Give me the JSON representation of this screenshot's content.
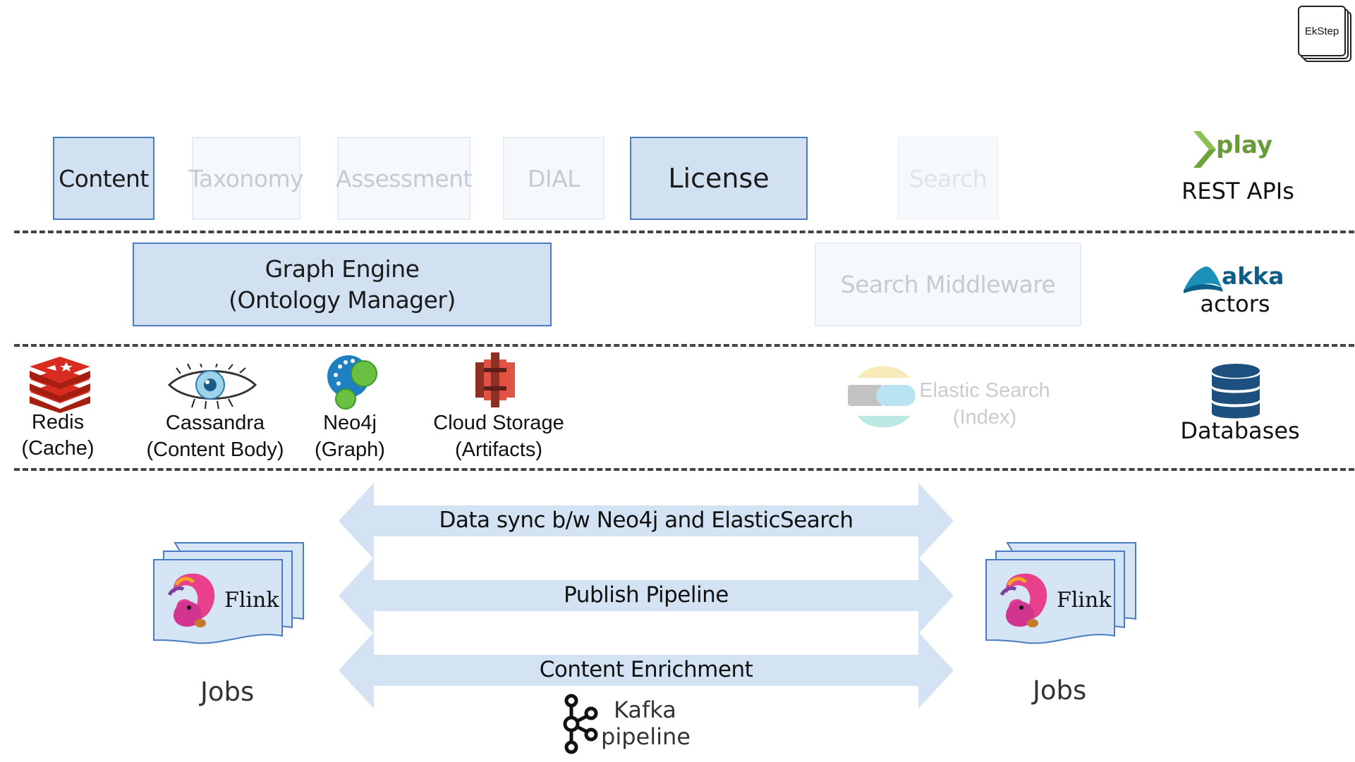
{
  "logo": {
    "text": "EkStep"
  },
  "api_layer": {
    "boxes": [
      "Content",
      "Taxonomy",
      "Assessment",
      "DIAL",
      "License",
      "Search"
    ],
    "label": "REST APIs",
    "brand": "play"
  },
  "middleware_layer": {
    "boxes": [
      "Graph Engine",
      "(Ontology Manager)",
      "Search Middleware"
    ],
    "label": "actors",
    "brand": "akka"
  },
  "database_layer": {
    "items": [
      {
        "name": "Redis",
        "detail": "(Cache)"
      },
      {
        "name": "Cassandra",
        "detail": "(Content Body)"
      },
      {
        "name": "Neo4j",
        "detail": "(Graph)"
      },
      {
        "name": "Cloud Storage",
        "detail": "(Artifacts)"
      },
      {
        "name": "Elastic Search",
        "detail": "(Index)"
      }
    ],
    "label": "Databases"
  },
  "pipelines": {
    "arrows": [
      "Data sync b/w Neo4j and ElasticSearch",
      "Publish Pipeline",
      "Content Enrichment"
    ],
    "kafka_line1": "Kafka",
    "kafka_line2": "pipeline"
  },
  "jobs": {
    "flink_label": "Flink",
    "left_caption": "Jobs",
    "right_caption": "Jobs"
  },
  "colors": {
    "box_fill": "#d1e1f2",
    "box_border": "#4a7cc4",
    "faded_text": "#c6cbd1",
    "arrow_fill": "#d3e3f3"
  }
}
